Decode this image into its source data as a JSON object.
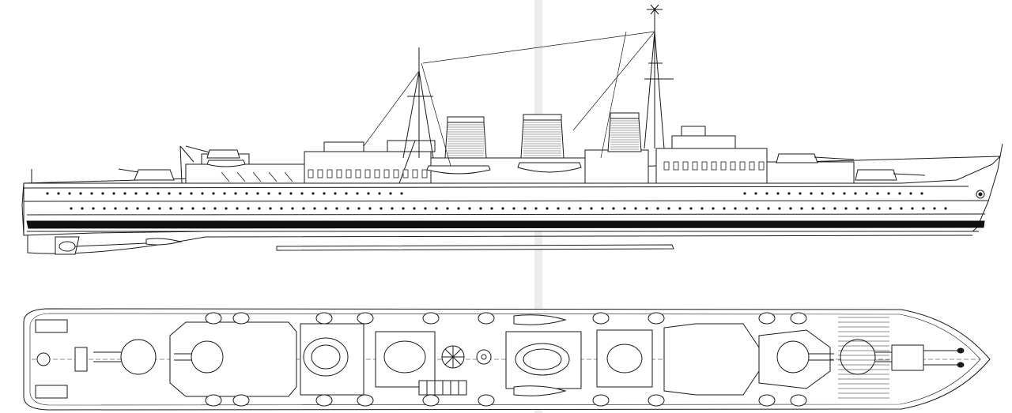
{
  "drawing": {
    "subject": "warship-plan",
    "views": [
      {
        "id": "profile",
        "label": ""
      },
      {
        "id": "plan",
        "label": ""
      }
    ]
  },
  "colors": {
    "line": "#1a1a1a",
    "paper": "#ffffff",
    "fold": "#e6e6e6",
    "boot_top": "#111111"
  }
}
